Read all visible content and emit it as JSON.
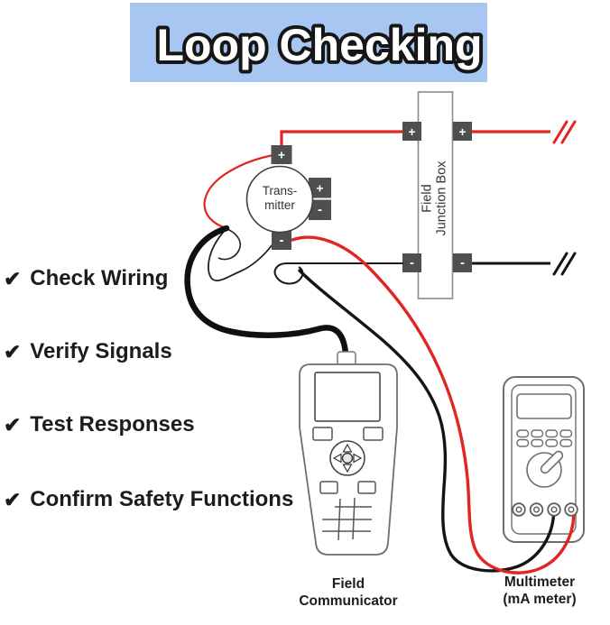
{
  "title": {
    "text": "Loop Checking"
  },
  "checklist": [
    {
      "icon": "✔",
      "label": "Check Wiring"
    },
    {
      "icon": "✔",
      "label": "Verify Signals"
    },
    {
      "icon": "✔",
      "label": "Test Responses"
    },
    {
      "icon": "✔",
      "label": "Confirm Safety Functions"
    }
  ],
  "transmitter": {
    "line1": "Trans-",
    "line2": "mitter",
    "top_terminal": "+",
    "side_terminal_plus": "+",
    "side_terminal_minus": "-",
    "bottom_terminal": "-"
  },
  "junction_box": {
    "line1": "Field",
    "line2": "Junction Box",
    "top_left_terminal": "+",
    "top_right_terminal": "+",
    "bottom_left_terminal": "-",
    "bottom_right_terminal": "-"
  },
  "field_communicator": {
    "label_line1": "Field",
    "label_line2": "Communicator"
  },
  "multimeter": {
    "label_line1": "Multimeter",
    "label_line2": "(mA meter)"
  },
  "colors": {
    "banner": "#a7c6f2",
    "wire_positive": "#e02522",
    "wire_negative": "#141414",
    "terminal": "#4f4f4f",
    "device_outline": "#6e6e6e"
  }
}
